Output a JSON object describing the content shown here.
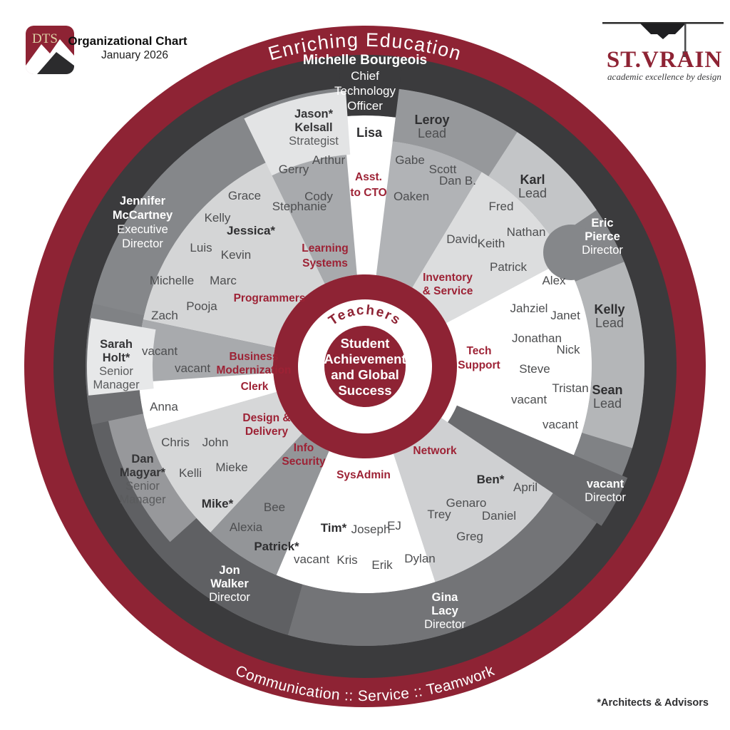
{
  "page": {
    "logo": "DTS",
    "title": "Organizational Chart",
    "subtitle": "January 2026",
    "footnote": "*Architects & Advisors"
  },
  "brand": {
    "wordmark": "ST.VRAIN",
    "tagline": "academic excellence by design"
  },
  "mottos": {
    "top": "Enriching Education",
    "bottom": "Communication :: Service :: Teamwork"
  },
  "center": {
    "ring": "Teachers",
    "mission": [
      "Student",
      "Achievement",
      "and Global",
      "Success"
    ]
  },
  "colors": {
    "maroon": "#8e2334",
    "dark_ring": "#3b3b3d",
    "director_gray": "#808285",
    "label_maroon": "#9d2235"
  },
  "cto": {
    "name": "Michelle Bourgeois",
    "role": [
      "Chief",
      "Technology",
      "Officer"
    ]
  },
  "assistant": {
    "name": "Lisa",
    "role": [
      "Asst.",
      "to CTO"
    ]
  },
  "executives": {
    "jennifer": {
      "lines": [
        "Jennifer",
        "McCartney",
        "Executive",
        "Director"
      ]
    },
    "eric": {
      "lines": [
        "Eric",
        "Pierce",
        "Director"
      ]
    },
    "vacant": {
      "lines": [
        "vacant",
        "Director"
      ]
    },
    "gina": {
      "lines": [
        "Gina",
        "Lacy",
        "Director"
      ]
    },
    "jon": {
      "lines": [
        "Jon",
        "Walker",
        "Director"
      ]
    },
    "dan": {
      "lines": [
        "Dan",
        "Magyar*",
        "Senior",
        "Manager"
      ]
    },
    "sarah": {
      "lines": [
        "Sarah",
        "Holt*",
        "Senior",
        "Manager"
      ]
    },
    "jason": {
      "lines": [
        "Jason*",
        "Kelsall",
        "Strategist"
      ]
    }
  },
  "leads": {
    "leroy": {
      "name": "Leroy",
      "role": "Lead"
    },
    "karl": {
      "name": "Karl",
      "role": "Lead"
    },
    "kelly": {
      "name": "Kelly",
      "role": "Lead"
    },
    "sean": {
      "name": "Sean",
      "role": "Lead"
    }
  },
  "teams": {
    "learning_systems": {
      "label": [
        "Learning",
        "Systems"
      ],
      "members": [
        "Gerry",
        "Arthur",
        "Cody",
        "Stephanie"
      ]
    },
    "inventory_service": {
      "label": [
        "Inventory",
        "& Service"
      ],
      "leroy_members": [
        "Gabe",
        "Scott",
        "Oaken"
      ],
      "karl_members": [
        "Dan B.",
        "Fred",
        "David",
        "Nathan",
        "Keith",
        "Patrick"
      ]
    },
    "tech_support": {
      "label": [
        "Tech",
        "Support"
      ],
      "members": [
        "Alex",
        "Jahziel",
        "Janet",
        "Jonathan",
        "Nick",
        "Steve",
        "Tristan",
        "vacant",
        "vacant"
      ]
    },
    "network": {
      "label": [
        "Network"
      ],
      "members": [
        "Ben*",
        "April",
        "Genaro",
        "Daniel",
        "Trey",
        "Greg"
      ]
    },
    "sysadmin": {
      "label": [
        "SysAdmin"
      ],
      "members": [
        "Tim*",
        "Joseph",
        "EJ",
        "Dylan",
        "Erik",
        "Kris",
        "vacant"
      ]
    },
    "info_security": {
      "label": [
        "Info",
        "Security"
      ],
      "members": [
        "Bee",
        "Alexia",
        "Patrick*"
      ]
    },
    "design_delivery": {
      "label": [
        "Design &",
        "Delivery"
      ],
      "members": [
        "Chris",
        "John",
        "Mieke",
        "Kelli",
        "Mike*"
      ]
    },
    "clerk": {
      "label": [
        "Clerk"
      ],
      "members": [
        "Anna"
      ]
    },
    "business_modernization": {
      "label": [
        "Business",
        "Modernization"
      ],
      "members": [
        "vacant",
        "vacant"
      ]
    },
    "programmers": {
      "label": [
        "Programmers"
      ],
      "members": [
        "Grace",
        "Kelly",
        "Jessica*",
        "Luis",
        "Kevin",
        "Michelle",
        "Marc",
        "Pooja",
        "Zach"
      ]
    }
  }
}
